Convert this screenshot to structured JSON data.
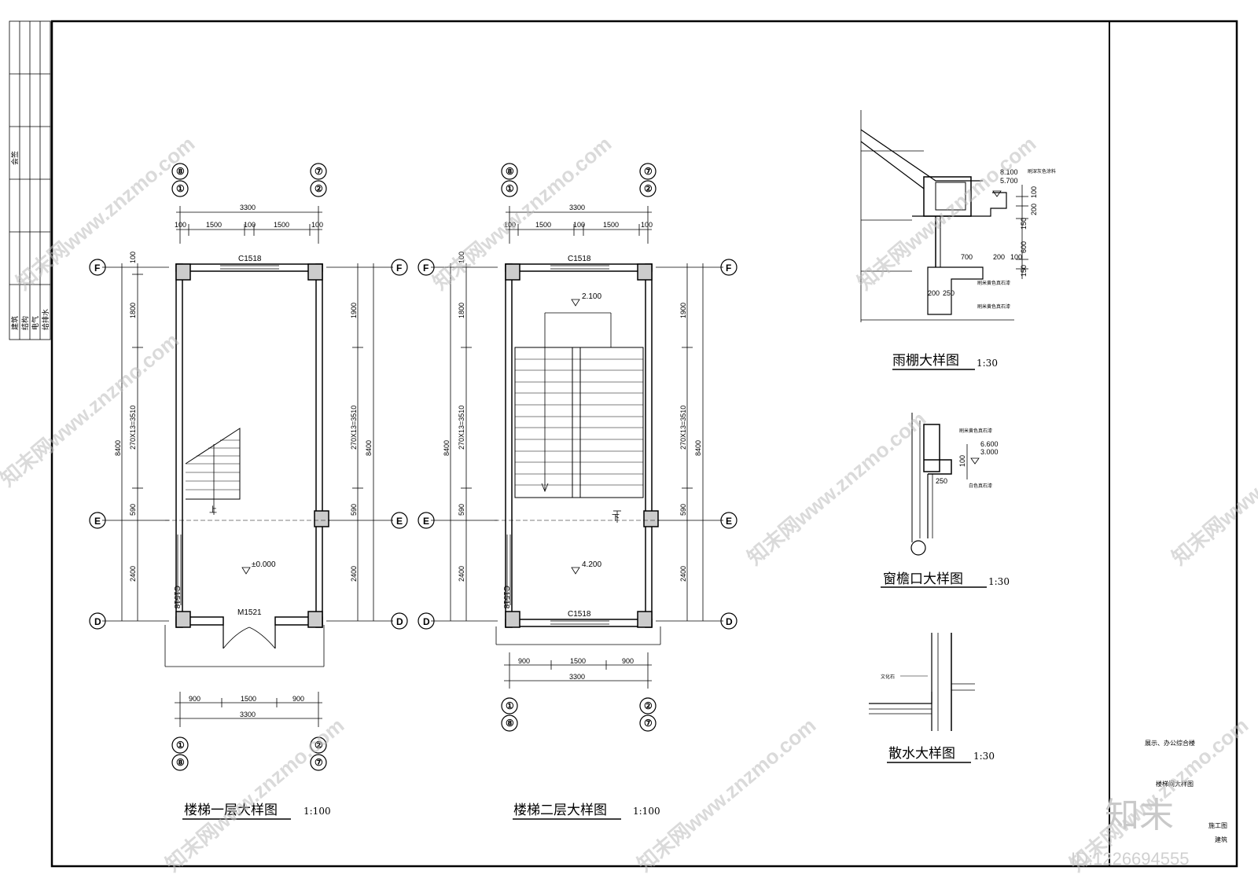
{
  "drawings": {
    "plan1": {
      "title": "楼梯一层大样图",
      "scale": "1:100",
      "axes_top": [
        "⑧",
        "①",
        "⑦",
        "②"
      ],
      "axes_bottom": [
        "①",
        "⑧",
        "②",
        "⑦"
      ],
      "axes_rows": [
        "F",
        "E",
        "D"
      ],
      "dims_top_total": "3300",
      "dims_top_parts": [
        "100",
        "1500",
        "100",
        "1500",
        "100"
      ],
      "dims_bottom_parts": [
        "900",
        "1500",
        "900"
      ],
      "dims_bottom_total": "3300",
      "dims_left_total": "8400",
      "dims_left_parts": [
        "100",
        "1800",
        "270X13=3510",
        "590",
        "2400"
      ],
      "dims_right_parts": [
        "1900",
        "270X13=3510",
        "590",
        "2400"
      ],
      "dims_right_total": "8400",
      "window_top": "C1518",
      "window_left": "C1518",
      "door": "M1521",
      "elevation": "±0.000",
      "up_label": "上"
    },
    "plan2": {
      "title": "楼梯二层大样图",
      "scale": "1:100",
      "dims_top_total": "3300",
      "dims_top_parts": [
        "100",
        "1500",
        "100",
        "1500",
        "100"
      ],
      "dims_bottom_parts": [
        "900",
        "1500",
        "900"
      ],
      "dims_bottom_total": "3300",
      "window_top": "C1518",
      "window_left": "C1518",
      "window_bottom": "C1518",
      "elevation_landing": "2.100",
      "elevation_floor": "4.200",
      "down_label": "下"
    },
    "canopy": {
      "title": "雨棚大样图",
      "scale": "1:30",
      "elev1": "8.100",
      "elev2": "5.700",
      "dims": [
        "100",
        "200",
        "150",
        "600",
        "150",
        "700",
        "200",
        "100",
        "200",
        "250"
      ],
      "notes": [
        "刷深灰色涂料",
        "刷米黄色真石漆",
        "刷米黄色真石漆"
      ]
    },
    "eave": {
      "title": "窗檐口大样图",
      "scale": "1:30",
      "elev1": "6.600",
      "elev2": "3.000",
      "dims": [
        "100",
        "250"
      ],
      "notes": [
        "刷米黄色真石漆",
        "白色真石漆"
      ]
    },
    "apron": {
      "title": "散水大样图",
      "scale": "1:30",
      "note": "文化石"
    }
  },
  "title_block": {
    "project": "展示、办公综合楼",
    "drawing_name": "楼梯间大样图",
    "stage": "施工图",
    "discipline": "建筑"
  },
  "side_panel": {
    "label1": "会签",
    "disciplines": [
      "建筑",
      "结构",
      "电气",
      "给排水"
    ]
  },
  "watermark": {
    "site": "知末网www.znzmo.com",
    "logo": "知末",
    "id": "ID:1226694555"
  }
}
